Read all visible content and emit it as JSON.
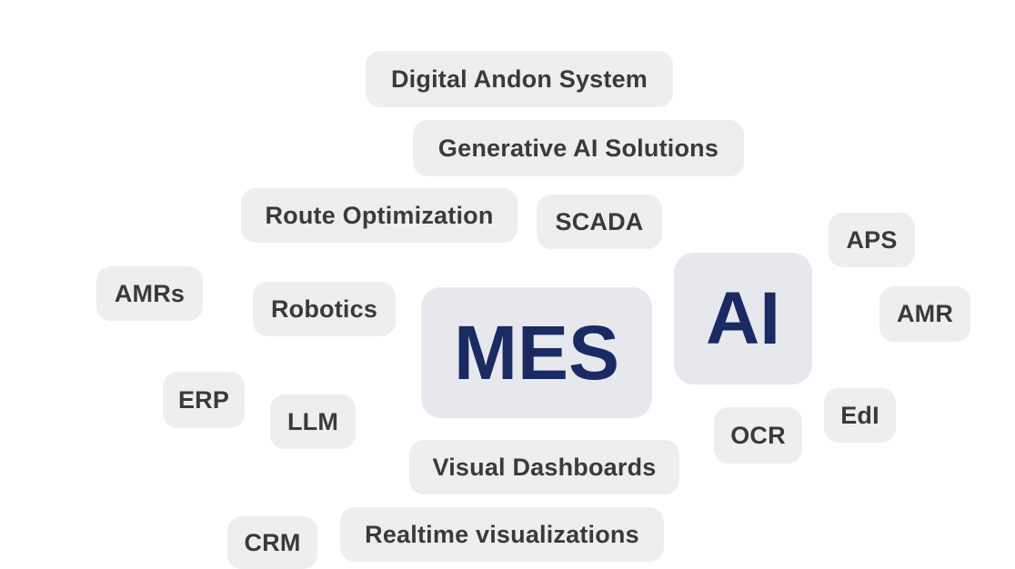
{
  "tags": [
    {
      "id": "digital-andon-system",
      "label": "Digital Andon System"
    },
    {
      "id": "generative-ai-solutions",
      "label": "Generative AI Solutions"
    },
    {
      "id": "route-optimization",
      "label": "Route Optimization"
    },
    {
      "id": "scada",
      "label": "SCADA"
    },
    {
      "id": "aps",
      "label": "APS"
    },
    {
      "id": "amrs",
      "label": "AMRs"
    },
    {
      "id": "robotics",
      "label": "Robotics"
    },
    {
      "id": "mes",
      "label": "MES"
    },
    {
      "id": "ai",
      "label": "AI"
    },
    {
      "id": "amr",
      "label": "AMR"
    },
    {
      "id": "erp",
      "label": "ERP"
    },
    {
      "id": "llm",
      "label": "LLM"
    },
    {
      "id": "edi",
      "label": "EdI"
    },
    {
      "id": "ocr",
      "label": "OCR"
    },
    {
      "id": "visual-dashboards",
      "label": "Visual Dashboards"
    },
    {
      "id": "crm",
      "label": "CRM"
    },
    {
      "id": "realtime-visualizations",
      "label": "Realtime visualizations"
    }
  ],
  "colors": {
    "tag_background": "#eeeeef",
    "tag_text": "#3a3a3c",
    "highlight_background": "#e7e8ee",
    "highlight_text": "#1a2a63"
  }
}
